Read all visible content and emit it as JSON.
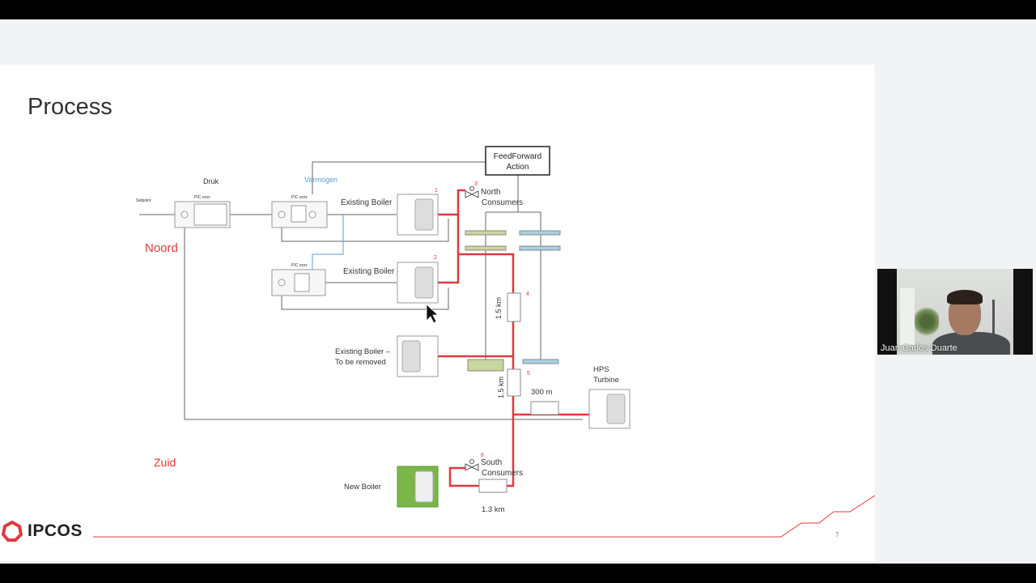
{
  "slide": {
    "title": "Process",
    "page_number": "7",
    "logo_text": "IPCOS",
    "accent_color": "#e0393e",
    "diagram": {
      "druk": "Druk",
      "vermogen": "Vermogen",
      "setpoint": "Setpoint",
      "pic_label": "PIC xxxx",
      "noord": "Noord",
      "zuid": "Zuid",
      "feedforward_line1": "FeedForward",
      "feedforward_line2": "Action",
      "existing_boiler": "Existing Boiler",
      "existing_boiler_removed_line1": "Existing Boiler –",
      "existing_boiler_removed_line2": "To be removed",
      "new_boiler": "New Boiler",
      "north_consumers_line1": "North",
      "north_consumers_line2": "Consumers",
      "south_consumers_line1": "South",
      "south_consumers_line2": "Consumers",
      "hps_line1": "HPS",
      "hps_line2": "Turbine",
      "dist_1": "1.5 km",
      "dist_2": "1.5 km",
      "dist_3": "300 m",
      "dist_4": "1.3 km",
      "markers": [
        "1",
        "2",
        "3",
        "4",
        "5",
        "8"
      ]
    }
  },
  "webcam": {
    "participant_name": "Juan Carlos Duarte"
  }
}
